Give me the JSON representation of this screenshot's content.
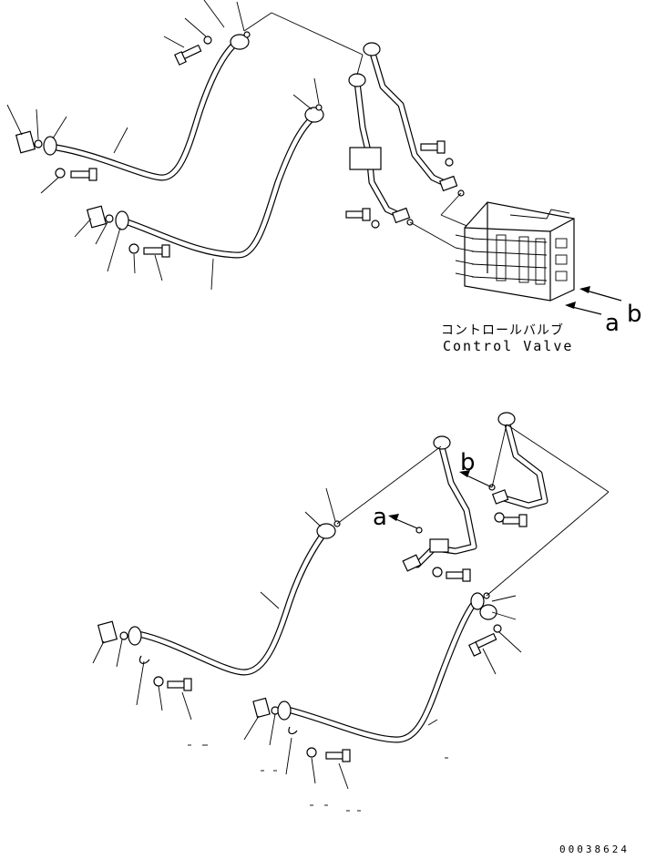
{
  "labels": {
    "control_valve_jp": "コントロールバルブ",
    "control_valve_en": "Control Valve",
    "port_a_top": "a",
    "port_b_top": "b",
    "port_a_bottom": "a",
    "port_b_bottom": "b",
    "drawing_code": "00038624"
  },
  "icons": [
    "hose",
    "flange-plate",
    "o-ring",
    "bolt",
    "washer",
    "split-flange",
    "tube",
    "control-valve",
    "arrow"
  ]
}
